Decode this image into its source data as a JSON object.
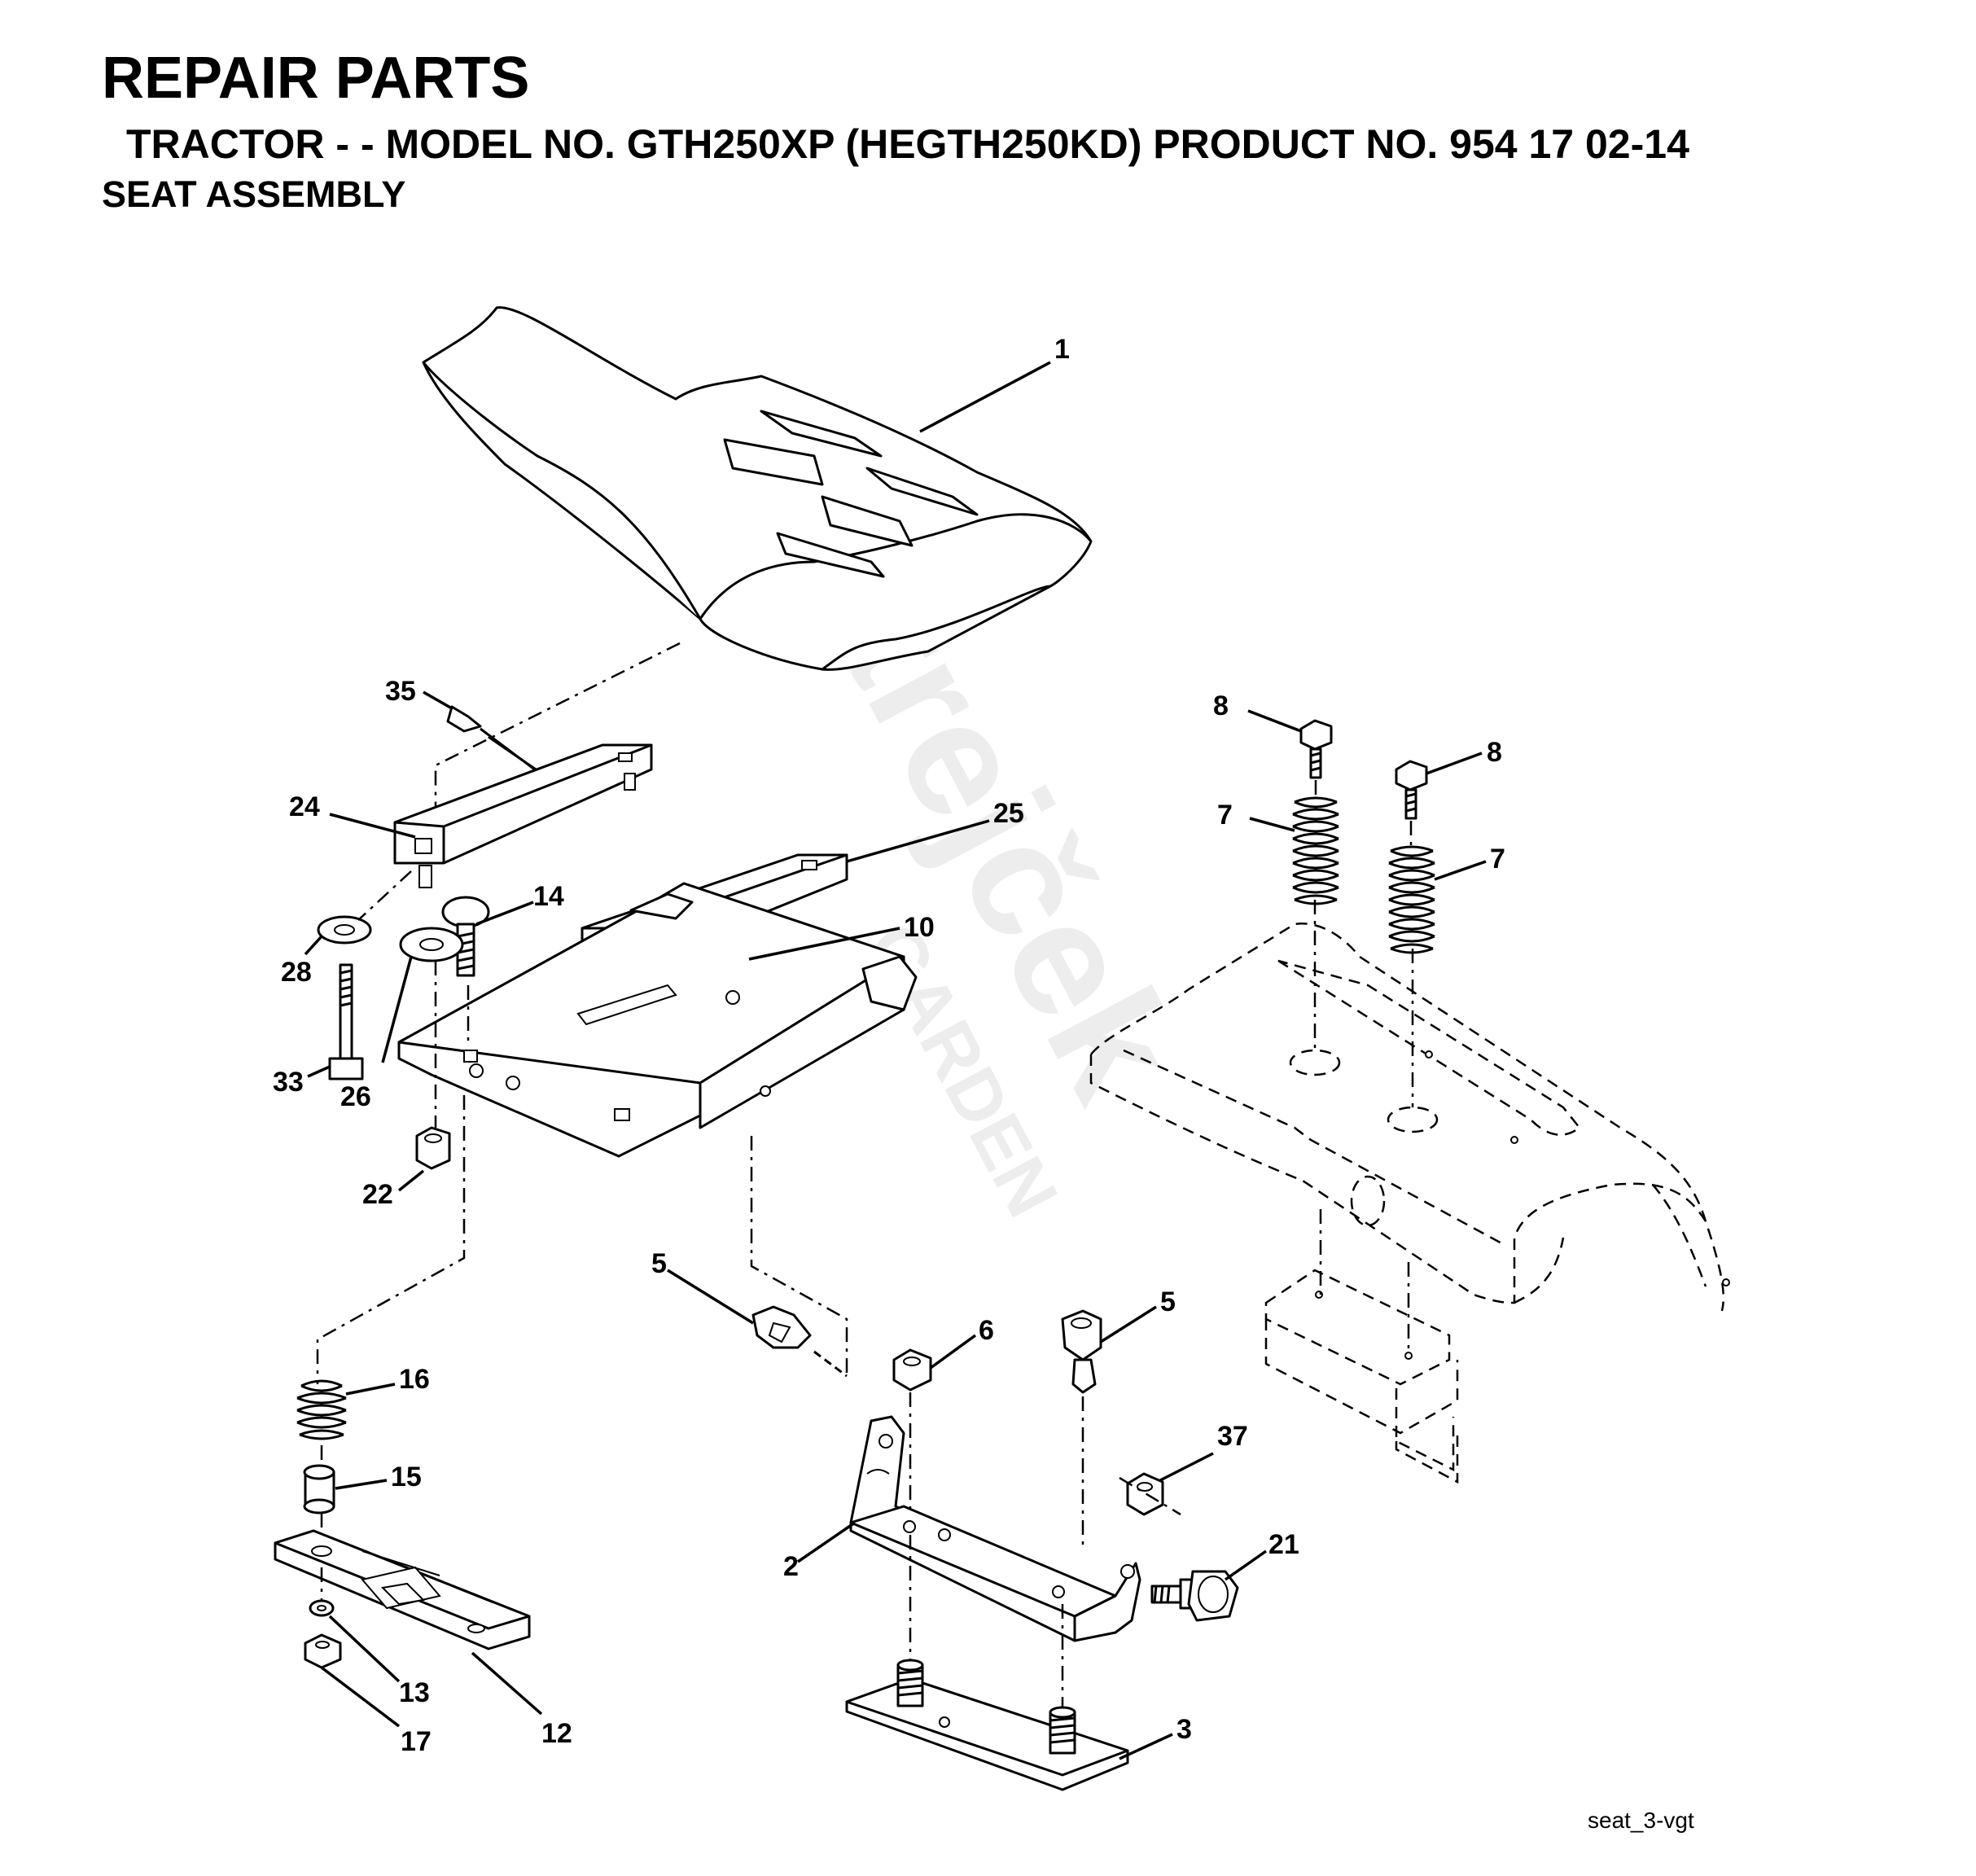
{
  "header": {
    "title": "REPAIR PARTS",
    "subtitle": "TRACTOR - - MODEL NO. GTH250XP (HEGTH250KD) PRODUCT NO. 954 17 02-14",
    "section": "SEAT ASSEMBLY"
  },
  "callouts": {
    "c1": "1",
    "c2": "2",
    "c3": "3",
    "c5a": "5",
    "c5b": "5",
    "c6": "6",
    "c7a": "7",
    "c7b": "7",
    "c8a": "8",
    "c8b": "8",
    "c10": "10",
    "c12": "12",
    "c13": "13",
    "c14": "14",
    "c15": "15",
    "c16": "16",
    "c17": "17",
    "c21": "21",
    "c22": "22",
    "c24": "24",
    "c25": "25",
    "c26": "26",
    "c28": "28",
    "c33": "33",
    "c35": "35",
    "c37": "37"
  },
  "figure_id": "seat_3-vgt",
  "watermark": {
    "brand": "Strejček",
    "sub": "GARDEN"
  }
}
